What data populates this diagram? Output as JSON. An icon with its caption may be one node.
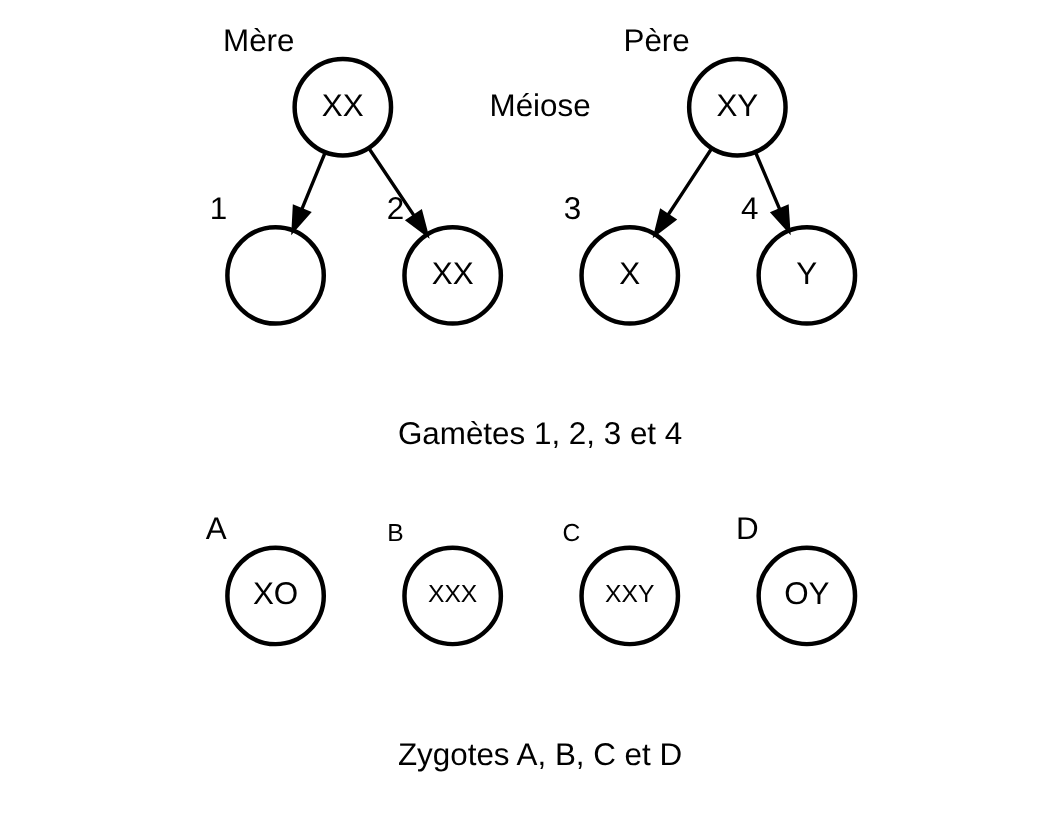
{
  "diagram": {
    "nodes": [
      {
        "text": [
          "XX"
        ],
        "beside": [
          "Mère"
        ]
      },
      {
        "text": [
          "XY"
        ],
        "beside": [
          "Père"
        ]
      },
      {
        "text": [],
        "shape": "circle",
        "beside": [
          "1"
        ]
      },
      {
        "text": [
          "XX"
        ],
        "beside": [
          "2"
        ]
      },
      {
        "text": [
          "X"
        ],
        "beside": [
          "3"
        ]
      },
      {
        "text": [
          "Y"
        ],
        "beside": [
          "4"
        ]
      },
      {
        "text": [
          "XO"
        ],
        "beside": [
          "A"
        ]
      },
      {
        "text": [
          "XXX"
        ],
        "beside": [
          "B"
        ]
      },
      {
        "text": [
          "XXY"
        ],
        "beside": [
          "C"
        ]
      },
      {
        "text": [
          "OY"
        ],
        "beside": [
          "D"
        ]
      }
    ],
    "edges": [
      {
        "from": 0,
        "to": 2,
        "arrow": "to"
      },
      {
        "from": 0,
        "to": 3,
        "arrow": "to"
      },
      {
        "from": 1,
        "to": 4,
        "arrow": "to"
      },
      {
        "from": 1,
        "to": 5,
        "arrow": "to"
      }
    ],
    "labels": [
      "Méiose",
      "Gamètes 1, 2, 3 et 4",
      "Zygotes A, B, C et D"
    ]
  }
}
